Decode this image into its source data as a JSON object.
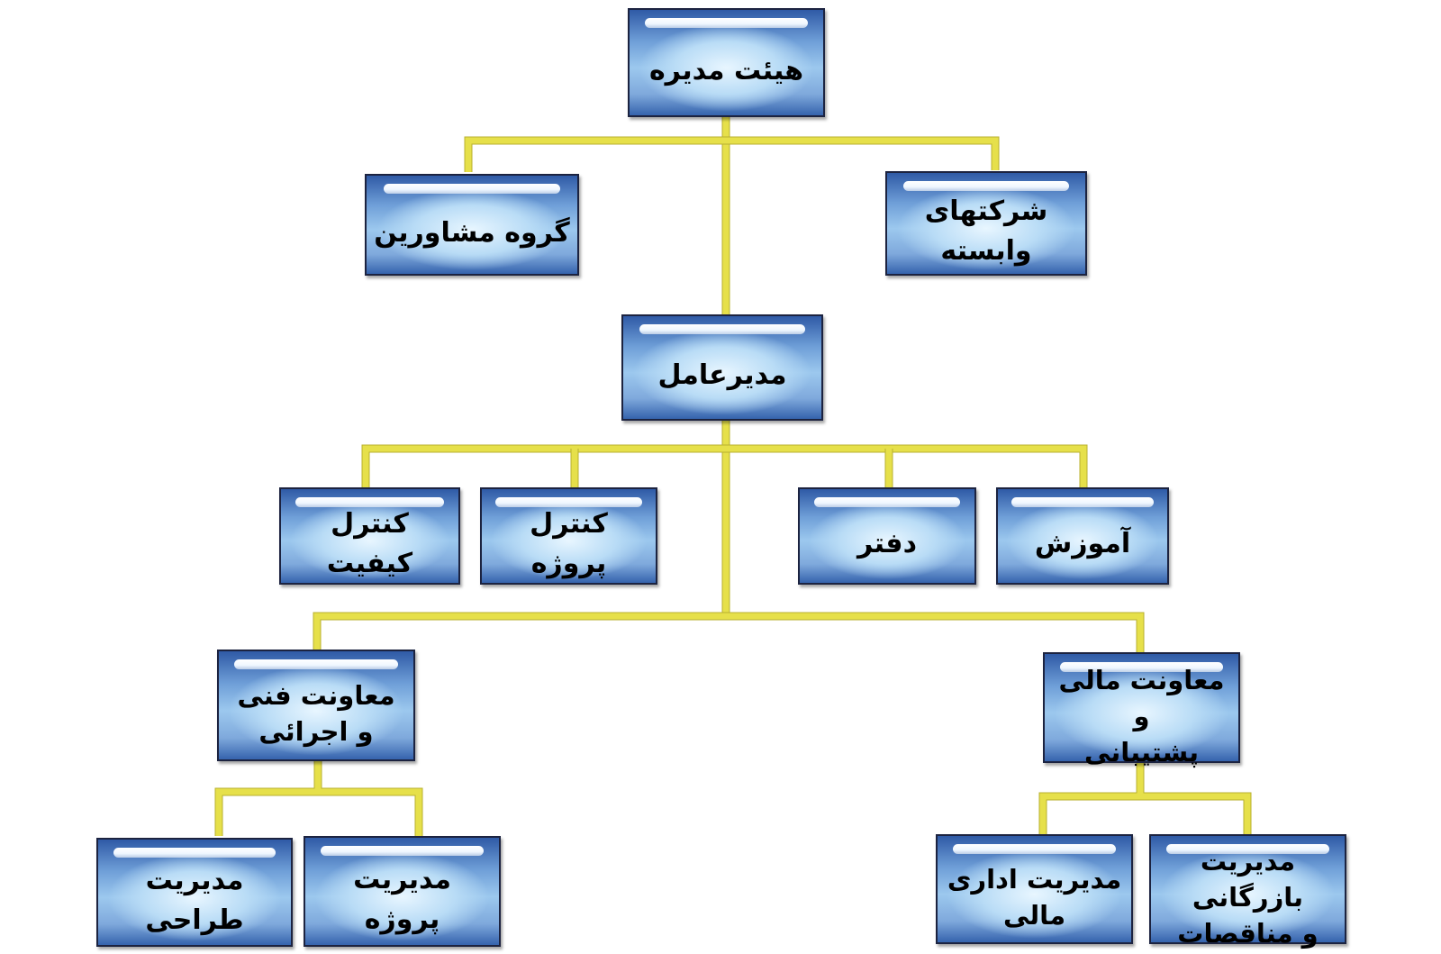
{
  "org_chart": {
    "board": "هیئت مدیره",
    "advisors": "گروه مشاورین",
    "affiliates": "شرکتهای وابسته",
    "ceo": "مدیرعامل",
    "quality_control": "کنترل کیفیت",
    "project_control": "کنترل پروژه",
    "office": "دفتر",
    "training": "آموزش",
    "technical_deputy": {
      "line1": "معاونت فنی",
      "line2": "و اجرائی"
    },
    "finance_deputy": {
      "line1": "معاونت مالی و",
      "line2": "پشتیبانی"
    },
    "design_management": "مدیریت طراحی",
    "project_management": "مدیریت پروژه",
    "admin_finance_management": {
      "line1": "مدیریت اداری",
      "line2": "مالی"
    },
    "commerce_management": {
      "line1": "مدیریت بازرگانی",
      "line2": "و مناقصات"
    }
  },
  "colors": {
    "connector": "#e6e04a",
    "box_dark": "#2f5aa6",
    "box_light": "#b9dcf6",
    "text": "#000000"
  }
}
